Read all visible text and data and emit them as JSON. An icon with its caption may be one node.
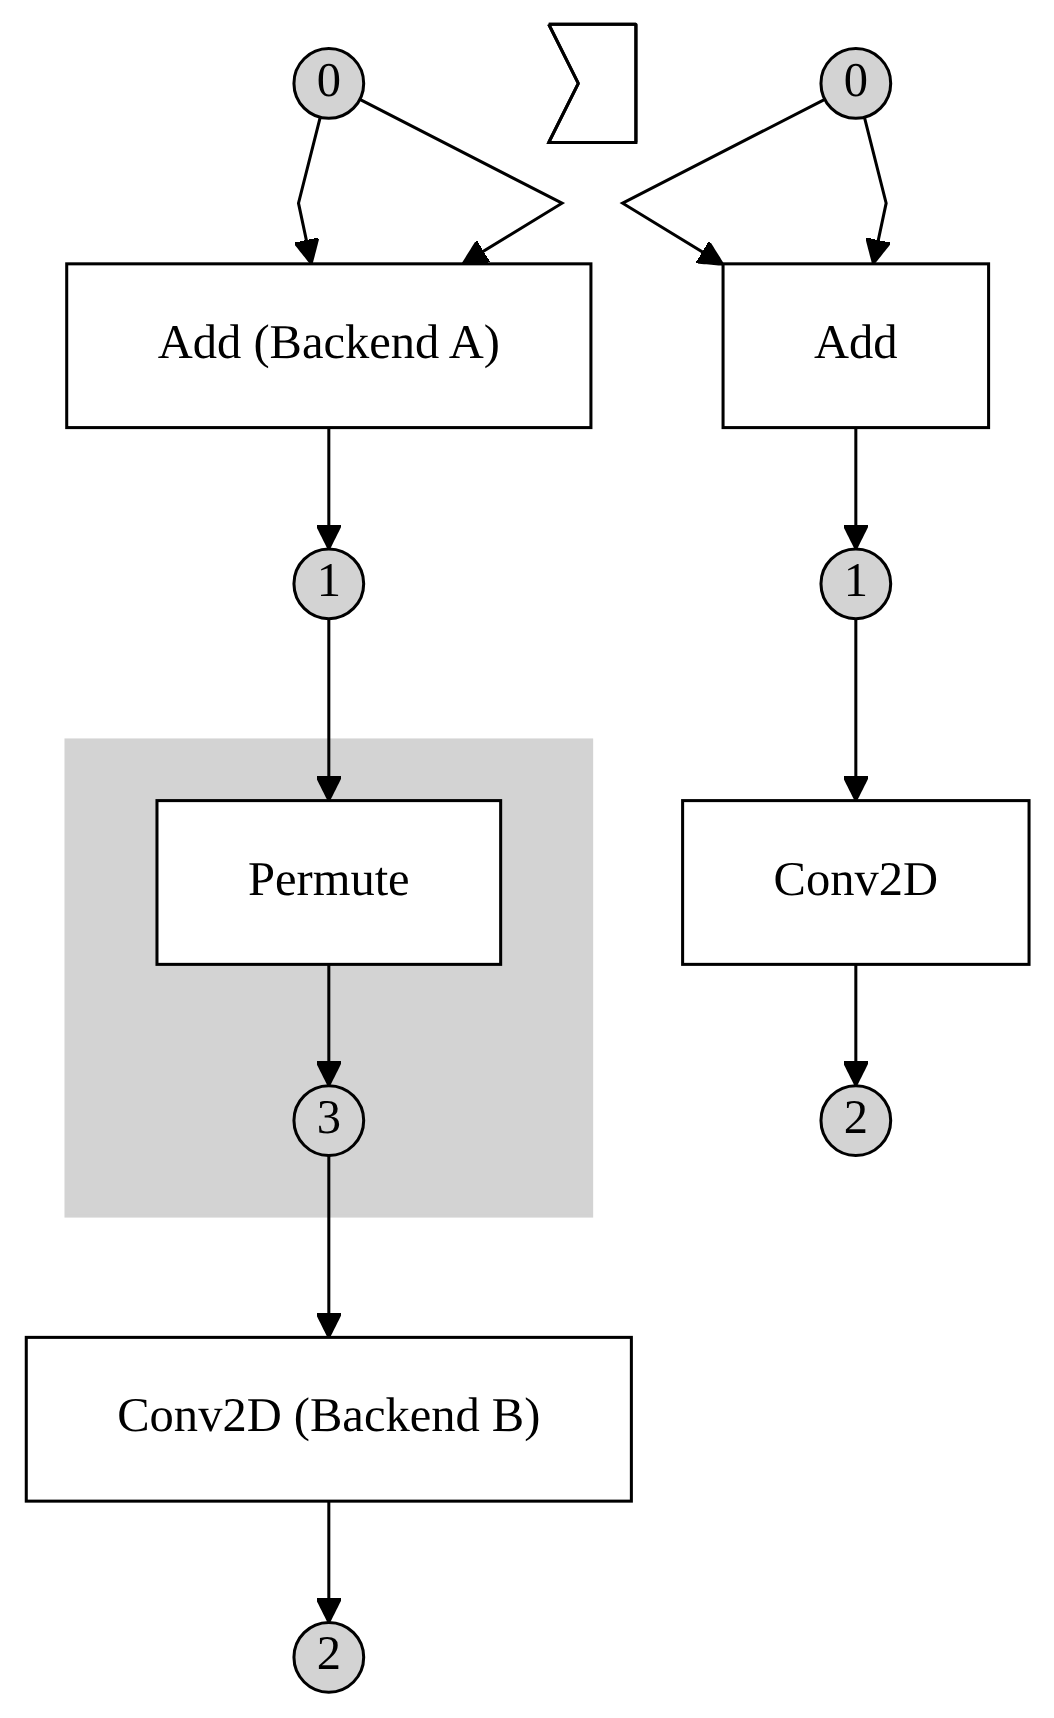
{
  "diagram": {
    "nodes": [
      {
        "text": [
          "0"
        ]
      },
      {
        "text": [
          "Add"
        ]
      },
      {
        "text": [
          "1"
        ]
      },
      {
        "text": [
          "Conv2D"
        ]
      },
      {
        "text": [
          "2"
        ]
      },
      {
        "text": [],
        "shape": "arrow"
      },
      {
        "text": [
          "0"
        ]
      },
      {
        "text": [
          "Add (Backend A)"
        ]
      },
      {
        "text": [
          "1"
        ]
      },
      {
        "text": [],
        "shape": "box"
      },
      {
        "text": [
          "Permute"
        ],
        "in": 9
      },
      {
        "text": [
          "3"
        ],
        "in": 9
      },
      {
        "text": [
          "Conv2D (Backend B)"
        ]
      },
      {
        "text": [
          "2"
        ]
      }
    ],
    "edges": [
      {
        "from": 0,
        "to": 1,
        "arrow": "to"
      },
      {
        "from": 0,
        "to": 1,
        "arrow": "to"
      },
      {
        "from": 1,
        "to": 2,
        "arrow": "to"
      },
      {
        "from": 2,
        "to": 3,
        "arrow": "to"
      },
      {
        "from": 3,
        "to": 4,
        "arrow": "to"
      },
      {
        "from": 6,
        "to": 7,
        "arrow": "to"
      },
      {
        "from": 6,
        "to": 7,
        "arrow": "to"
      },
      {
        "from": 7,
        "to": 8,
        "arrow": "to"
      },
      {
        "from": 8,
        "to": 10,
        "arrow": "to"
      },
      {
        "from": 10,
        "to": 11,
        "arrow": "to"
      },
      {
        "from": 11,
        "to": 12,
        "arrow": "to"
      },
      {
        "from": 12,
        "to": 13,
        "arrow": "to"
      }
    ]
  }
}
